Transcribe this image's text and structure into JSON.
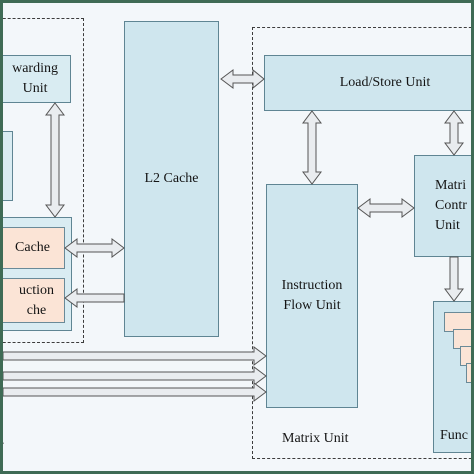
{
  "blocks": {
    "forwarding_unit": "warding\nUnit",
    "l2_cache": "L2 Cache",
    "load_store_unit": "Load/Store Unit",
    "data_cache": "Cache",
    "instruction_cache": "uction\nche",
    "instruction_flow_unit": "Instruction\nFlow Unit",
    "matrix_control_unit": "Matri\nContr\nUnit",
    "functional_units": "Func"
  },
  "labels": {
    "matrix_unit": "Matrix Unit"
  },
  "colors": {
    "block_fill": "#cfe6ee",
    "cache_fill": "#fbe4d6",
    "frame_border": "#3f6b55"
  }
}
